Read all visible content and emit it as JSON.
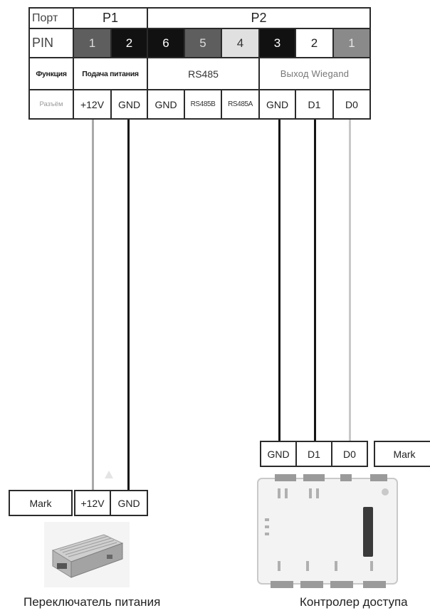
{
  "top_table": {
    "row_port": {
      "label": "Порт",
      "p1": "P1",
      "p2": "P2"
    },
    "row_pin": {
      "label": "PIN",
      "pins": [
        {
          "value": "1",
          "style": "mid"
        },
        {
          "value": "2",
          "style": "dark"
        },
        {
          "value": "6",
          "style": "dark"
        },
        {
          "value": "5",
          "style": "mid"
        },
        {
          "value": "4",
          "style": "light"
        },
        {
          "value": "3",
          "style": "dark"
        },
        {
          "value": "2",
          "style": "white"
        },
        {
          "value": "1",
          "style": "midgray"
        }
      ]
    },
    "row_function": {
      "label": "Функция",
      "power": "Подача питания",
      "rs485": "RS485",
      "wiegand": "Выход Wiegand"
    },
    "row_connector": {
      "label": "Разъём",
      "values": [
        "+12V",
        "GND",
        "GND",
        "RS485B",
        "RS485A",
        "GND",
        "D1",
        "D0"
      ]
    }
  },
  "controller_table": {
    "values": [
      "GND",
      "D1",
      "D0"
    ],
    "mark": "Mark"
  },
  "power_table": {
    "mark": "Mark",
    "values": [
      "+12V",
      "GND"
    ]
  },
  "wire_colors": {
    "black": "#151515",
    "gray": "#a9a9a9",
    "lightgray": "#c8c8c8"
  },
  "captions": {
    "power_supply": "Переключатель питания",
    "controller": "Контролер доступа"
  }
}
